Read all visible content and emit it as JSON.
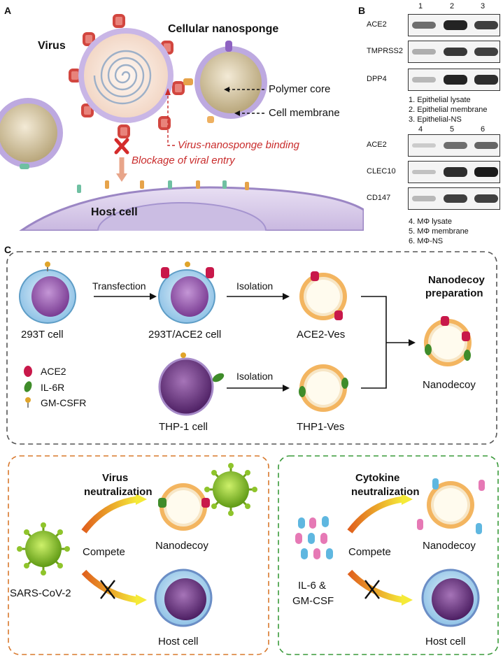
{
  "panel_a": {
    "letter": "A",
    "virus_label": "Virus",
    "nanosponge_label": "Cellular nanosponge",
    "polymer_core_label": "Polymer core",
    "cell_membrane_label": "Cell membrane",
    "binding_label": "Virus-nanosponge binding",
    "blockage_label": "Blockage of viral entry",
    "host_cell_label": "Host cell"
  },
  "panel_b": {
    "letter": "B",
    "lanes_top": [
      "1",
      "2",
      "3"
    ],
    "lanes_bottom": [
      "4",
      "5",
      "6"
    ],
    "blots_top": [
      {
        "label": "ACE2",
        "intensity": [
          0.55,
          0.95,
          0.8
        ]
      },
      {
        "label": "TMPRSS2",
        "intensity": [
          0.2,
          0.85,
          0.8
        ]
      },
      {
        "label": "DPP4",
        "intensity": [
          0.15,
          0.95,
          0.9
        ]
      }
    ],
    "blots_bottom": [
      {
        "label": "ACE2",
        "intensity": [
          0.05,
          0.55,
          0.6
        ]
      },
      {
        "label": "CLEC10",
        "intensity": [
          0.1,
          0.9,
          1.0
        ]
      },
      {
        "label": "CD147",
        "intensity": [
          0.15,
          0.8,
          0.8
        ]
      }
    ],
    "legend_top": [
      "1. Epithelial lysate",
      "2. Epithelial membrane",
      "3. Epithelial-NS"
    ],
    "legend_bottom": [
      "4. MΦ lysate",
      "5. MΦ membrane",
      "6. MΦ-NS"
    ]
  },
  "panel_c": {
    "letter": "C",
    "cell_293t": "293T cell",
    "transfection": "Transfection",
    "cell_293t_ace2": "293T/ACE2 cell",
    "isolation_1": "Isolation",
    "ace2_ves": "ACE2-Ves",
    "nanodecoy_prep_line1": "Nanodecoy",
    "nanodecoy_prep_line2": "preparation",
    "nanodecoy": "Nanodecoy",
    "thp1_cell": "THP-1 cell",
    "isolation_2": "Isolation",
    "thp1_ves": "THP1-Ves",
    "legend": [
      "ACE2",
      "IL-6R",
      "GM-CSFR"
    ],
    "colors": {
      "ace2": "#c8184a",
      "il6r": "#3f8c2a",
      "gmcsfr": "#e0a42a"
    }
  },
  "virus_neutralization": {
    "title_line1": "Virus",
    "title_line2": "neutralization",
    "compete": "Compete",
    "nanodecoy": "Nanodecoy",
    "virus": "SARS-CoV-2",
    "host_cell": "Host cell"
  },
  "cytokine_neutralization": {
    "title_line1": "Cytokine",
    "title_line2": "neutralization",
    "compete": "Compete",
    "nanodecoy": "Nanodecoy",
    "cytokines_line1": "IL-6 &",
    "cytokines_line2": "GM-CSF",
    "host_cell": "Host cell"
  }
}
